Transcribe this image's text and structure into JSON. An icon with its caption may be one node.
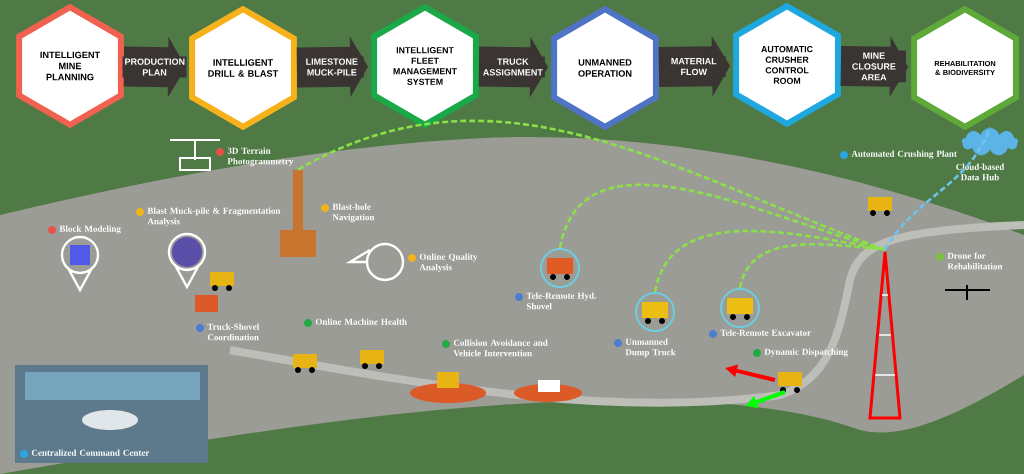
{
  "diagram": {
    "nodes": [
      {
        "text": [
          "INTELLIGENT MINE PLANNING"
        ]
      },
      {
        "text": [
          "INTELLIGENT DRILL & BLAST"
        ]
      },
      {
        "text": [
          "INTELLIGENT FLEET MANAGEMENT SYSTEM"
        ]
      },
      {
        "text": [
          "UNMANNED OPERATION"
        ]
      },
      {
        "text": [
          "AUTOMATIC CRUSHER CONTROL ROOM"
        ]
      },
      {
        "text": [
          "REHABILITATION & BIODIVERSITY"
        ]
      },
      {
        "text": [],
        "shape": "picture"
      },
      {
        "text": [],
        "shape": "picture",
        "beside": [
          "Tele-Remote Hyd. Shovel"
        ]
      },
      {
        "text": [],
        "shape": "picture",
        "beside": [
          "Unmanned Dump Truck"
        ]
      },
      {
        "text": [],
        "shape": "picture",
        "beside": [
          "Tele-Remote Excavator"
        ]
      },
      {
        "text": [],
        "shape": "picture"
      },
      {
        "text": [],
        "shape": "cloud",
        "beside": [
          "Cloud-based Data Hub"
        ]
      }
    ],
    "edges": [
      {
        "from": 0,
        "to": 1,
        "arrow": "to",
        "label": "PRODUCTION PLAN",
        "style": "thick"
      },
      {
        "from": 1,
        "to": 2,
        "arrow": "to",
        "label": "LIMESTONE MUCK-PILE",
        "style": "thick"
      },
      {
        "from": 2,
        "to": 3,
        "arrow": "to",
        "label": "TRUCK ASSIGNMENT",
        "style": "thick"
      },
      {
        "from": 3,
        "to": 4,
        "arrow": "to",
        "label": "MATERIAL FLOW",
        "style": "thick"
      },
      {
        "from": 4,
        "to": 5,
        "arrow": "to",
        "label": "MINE CLOSURE AREA",
        "style": "thick"
      },
      {
        "from": 6,
        "to": 10,
        "arrow": "none",
        "style": "dashed",
        "color": "#8be04a"
      },
      {
        "from": 7,
        "to": 10,
        "arrow": "none",
        "style": "dashed",
        "color": "#8be04a"
      },
      {
        "from": 8,
        "to": 10,
        "arrow": "none",
        "style": "dashed",
        "color": "#8be04a"
      },
      {
        "from": 9,
        "to": 10,
        "arrow": "none",
        "style": "dashed",
        "color": "#8be04a"
      },
      {
        "from": 10,
        "to": 11,
        "arrow": "none",
        "style": "dashed",
        "color": "#6ec3f0"
      }
    ],
    "labels": [
      "3D Terrain Photogrammetry",
      "Automated Crushing Plant",
      "Blast-hole Navigation",
      "Blast Muck-pile & Fragmentation Analysis",
      "Block Modeling",
      "Online Quality Analysis",
      "Drone for Rehabilitation",
      "Online Machine Health",
      "Truck-Shovel Coordination",
      "Collision Avoidance and Vehicle Intervention",
      "Dynamic Dispatching",
      "Centralized Command Center"
    ]
  }
}
